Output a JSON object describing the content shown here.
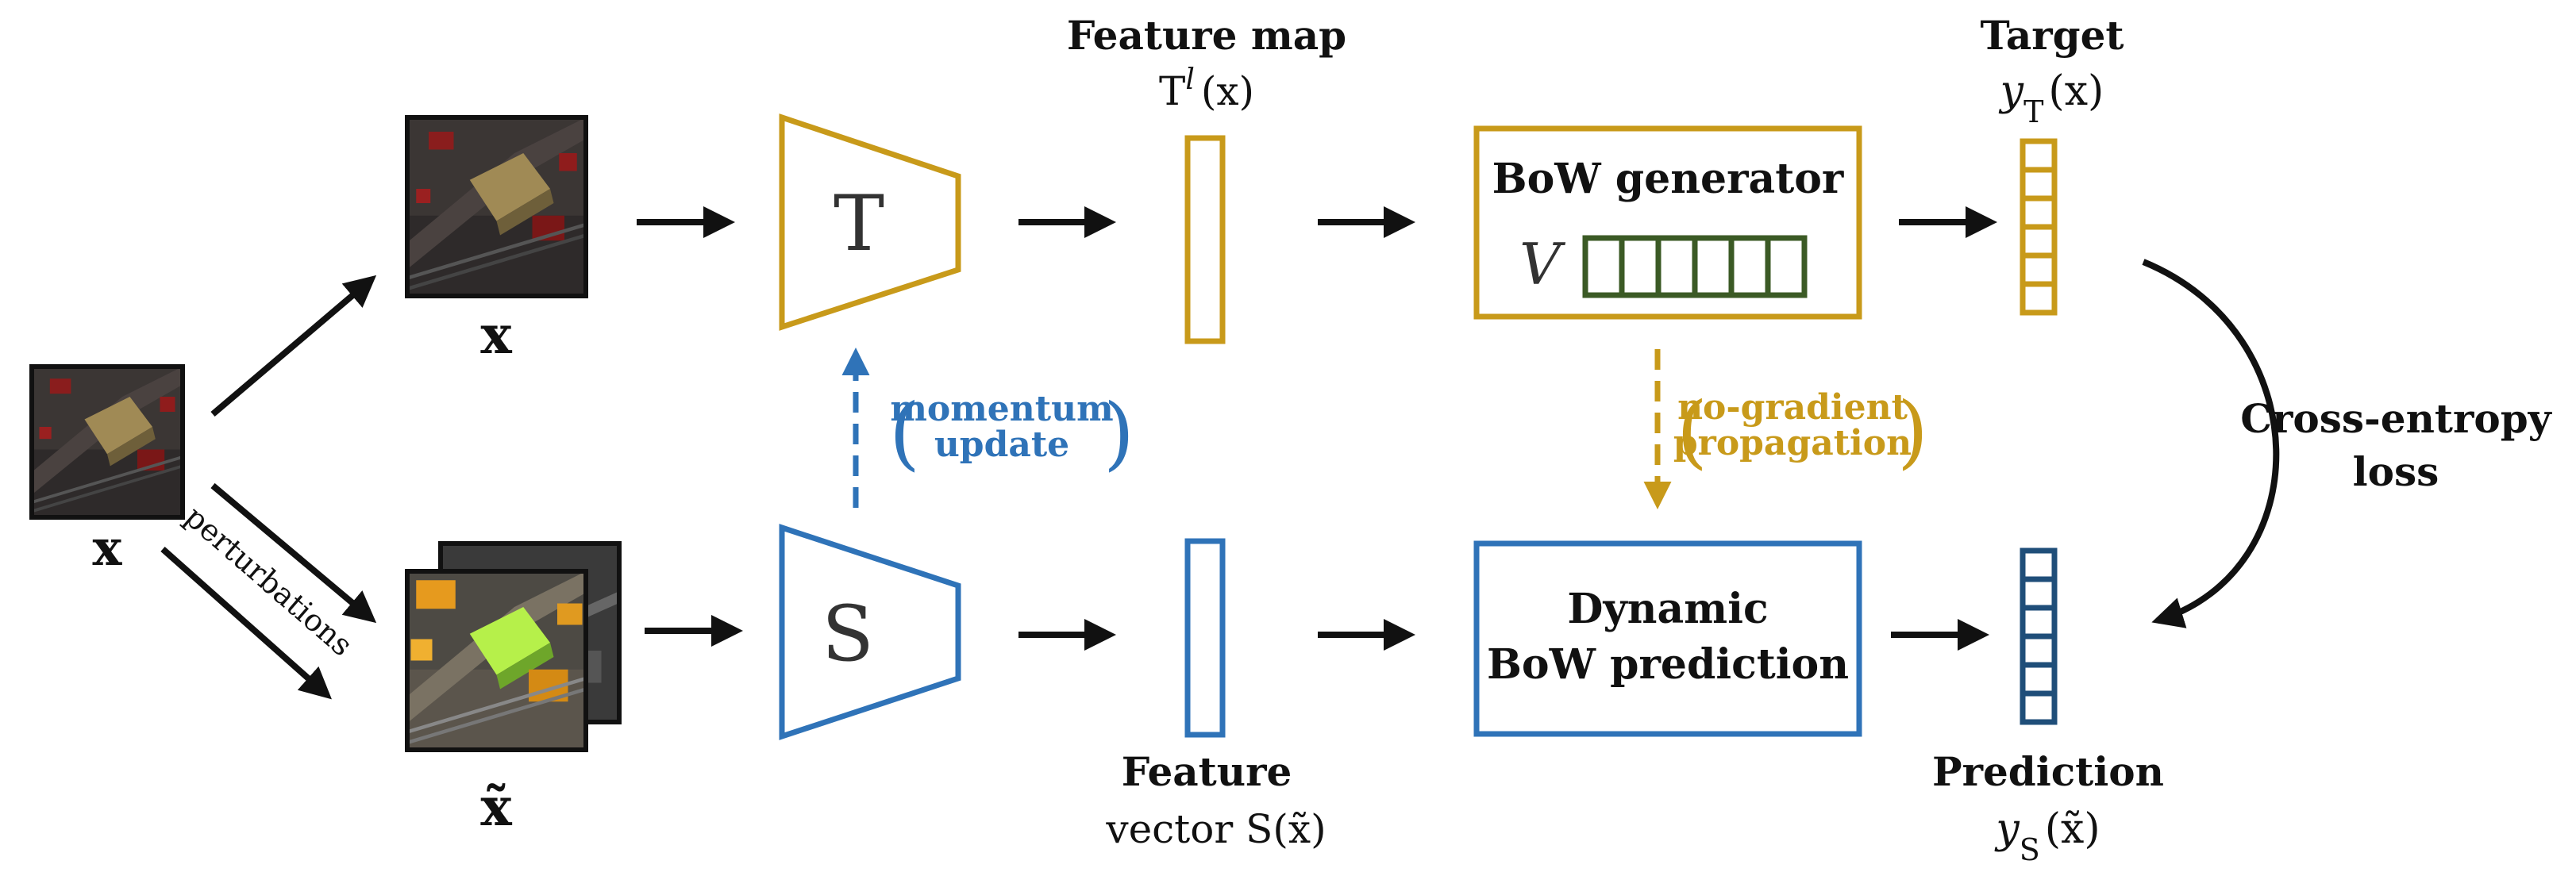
{
  "input_image": {
    "label": "x"
  },
  "view_top": {
    "label": "x"
  },
  "view_bottom": {
    "label": "x̃"
  },
  "perturbations": {
    "label": "perturbations"
  },
  "teacher": {
    "label": "T"
  },
  "student": {
    "label": "S"
  },
  "momentum": {
    "line1": "momentum",
    "line2": "update"
  },
  "feature_map": {
    "line1": "Feature map",
    "line2_base": "T",
    "line2_sup": "l",
    "line2_arg": "(x)"
  },
  "feature_vector": {
    "line1": "Feature",
    "line2": "vector S(x̃)"
  },
  "bow_generator": {
    "title": "BoW generator",
    "vocab_symbol": "V"
  },
  "no_gradient": {
    "line1": "no-gradient",
    "line2": "propagation"
  },
  "dynamic_bow": {
    "line1": "Dynamic",
    "line2": "BoW prediction"
  },
  "target": {
    "line1": "Target",
    "symbol": "y",
    "subscript": "T",
    "arg": "(x)"
  },
  "prediction": {
    "line1": "Prediction",
    "symbol": "y",
    "subscript": "S",
    "arg": "(x̃)"
  },
  "loss": {
    "line1": "Cross-entropy",
    "line2": "loss"
  },
  "colors": {
    "teacher_gold": "#c89a1a",
    "student_blue": "#2f73b8",
    "dark_blue": "#1f4e79",
    "vocab_green": "#3b5a25",
    "arrow": "#111111"
  }
}
